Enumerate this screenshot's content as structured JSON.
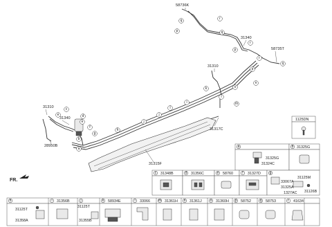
{
  "diagram": {
    "parts": {
      "p58736K": "58736K",
      "p31340_top": "31340",
      "p58735T": "58735T",
      "p31310_mid": "31310",
      "p31310_left": "31310",
      "p31340_left": "31340",
      "p28950B": "28950B",
      "p31317C": "31317C",
      "p31315F": "31315F",
      "p1125DN": "1125DN"
    },
    "callouts": {
      "q1": "q",
      "r1": "r",
      "p1": "p",
      "q2": "q",
      "r2": "r",
      "p2": "p",
      "r3": "r",
      "o1": "o",
      "p3": "p",
      "n1": "n",
      "m1": "m",
      "l1": "l",
      "k1": "k",
      "j1": "j",
      "i1": "i",
      "h1": "h",
      "e1": "e",
      "d1": "d",
      "c1": "c",
      "b1": "b",
      "a1": "a",
      "f1": "f",
      "g1": "g",
      "h2": "h",
      "i2": "i",
      "j2": "j",
      "k2": "k",
      "l2": "l",
      "m2": "m",
      "n2": "n",
      "o2": "o",
      "p4": "p",
      "q3": "q",
      "e2": "e"
    },
    "fr_label": "FR."
  },
  "table": {
    "cell_a": {
      "letter": "a",
      "parts": [
        "31325G",
        "31324C"
      ]
    },
    "cell_b": {
      "letter": "b",
      "part": "31325G"
    },
    "row2": [
      {
        "letter": "c",
        "part": "31348B"
      },
      {
        "letter": "d",
        "part": "31356C"
      },
      {
        "letter": "e",
        "part": "58760"
      },
      {
        "letter": "f",
        "part": "31327D"
      }
    ],
    "cell_g": {
      "letter": "g",
      "parts": [
        "33067A",
        "31125M",
        "31325A",
        "31126B",
        "1327AC"
      ]
    },
    "row3": [
      {
        "letter": "h",
        "parts": [
          "31125T",
          "31358A"
        ]
      },
      {
        "letter": "i",
        "part": "31356B"
      },
      {
        "letter": "j",
        "parts": [
          "31125T",
          "31355B"
        ]
      },
      {
        "letter": "k",
        "part": "58934E"
      },
      {
        "letter": "l",
        "part": "33066"
      },
      {
        "letter": "m",
        "part": "31361H"
      },
      {
        "letter": "n",
        "part": "31361J"
      },
      {
        "letter": "o",
        "part": "31360H"
      },
      {
        "letter": "p",
        "part": "58752"
      },
      {
        "letter": "q",
        "part": "58753"
      },
      {
        "letter": "r",
        "part": "41634"
      }
    ]
  }
}
